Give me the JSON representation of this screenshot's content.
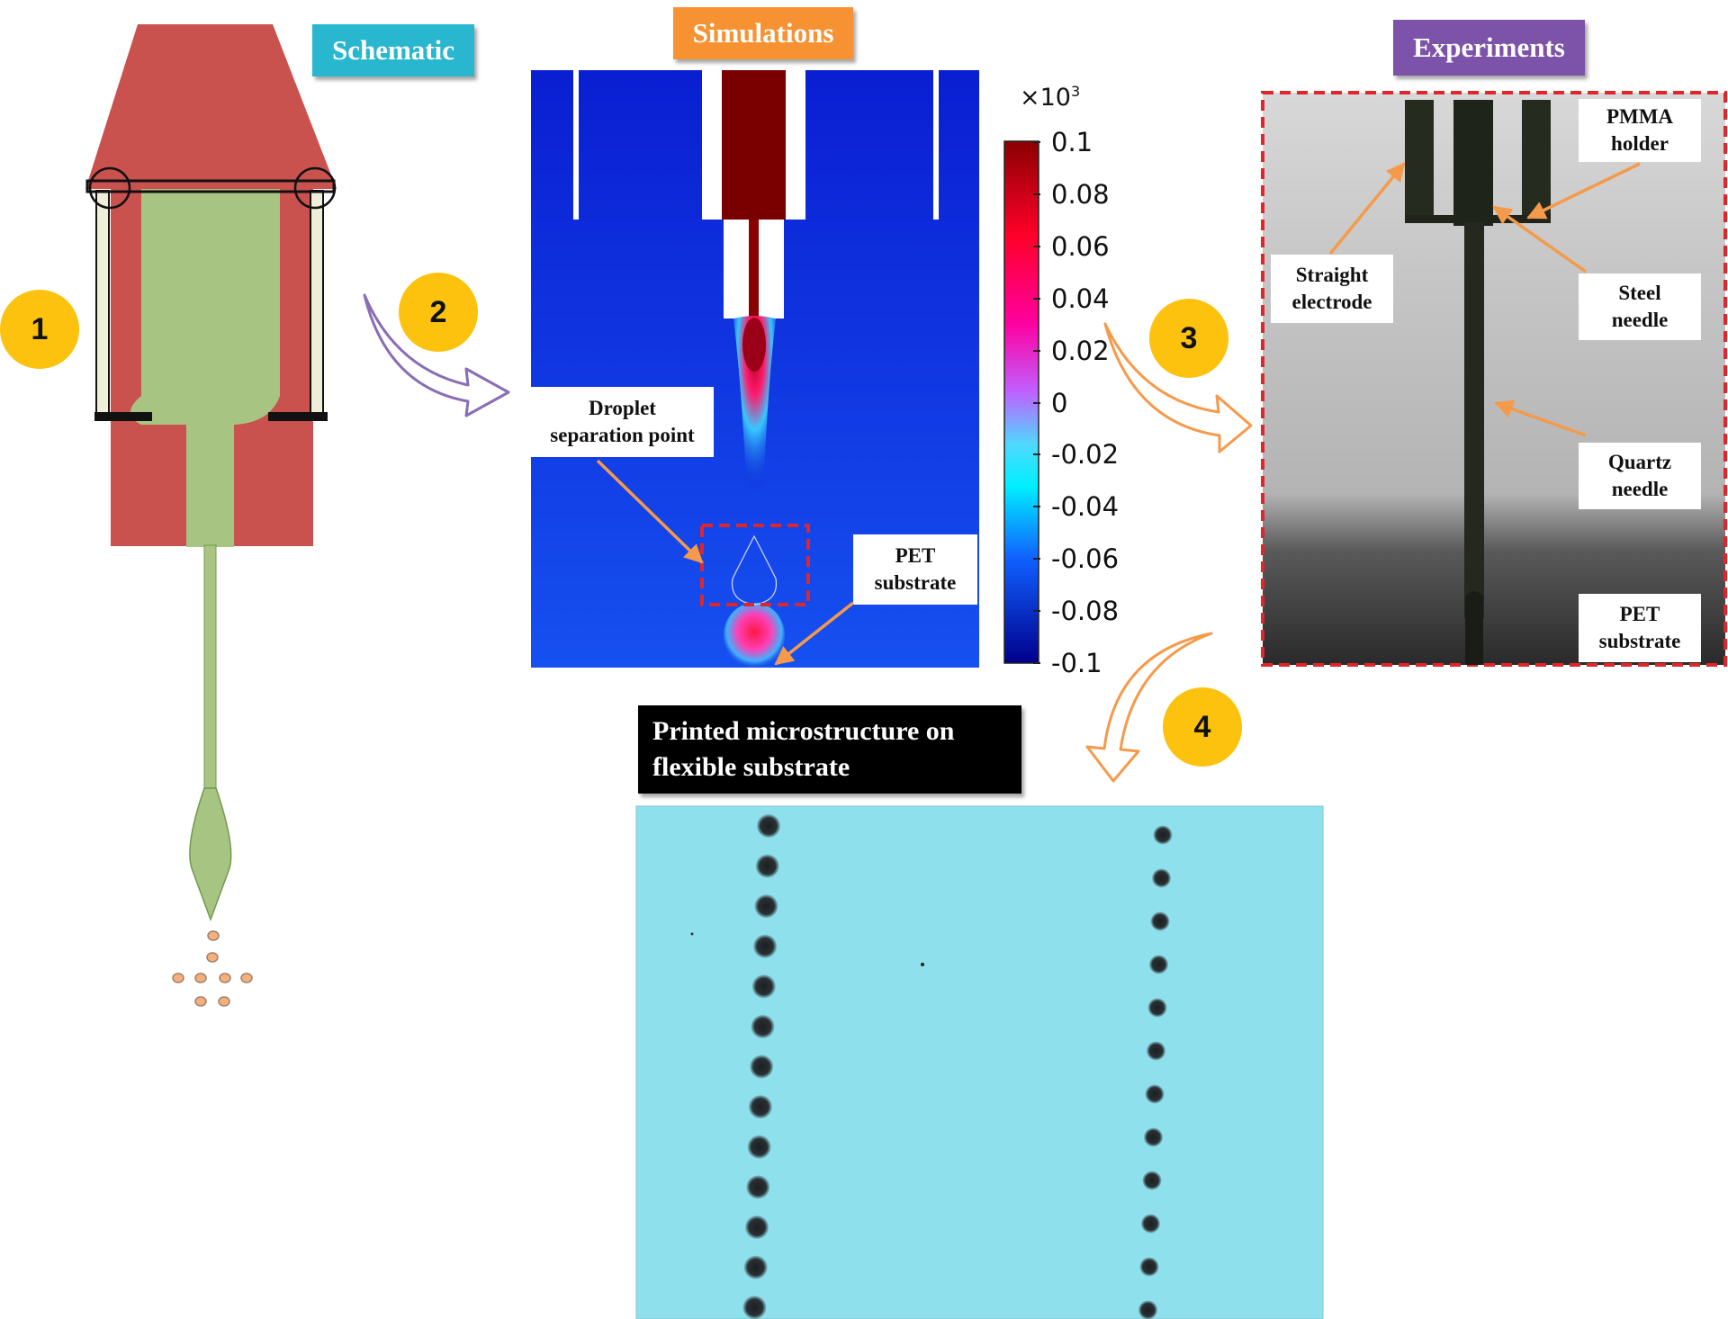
{
  "headers": {
    "schematic": "Schematic",
    "simulations": "Simulations",
    "experiments": "Experiments",
    "schematic_color": "#29b6cf",
    "simulations_color": "#f79232",
    "experiments_color": "#7c53a8"
  },
  "steps": [
    "1",
    "2",
    "3",
    "4"
  ],
  "simulation": {
    "colorbar_multiplier": "×10",
    "colorbar_exponent": "3",
    "colorbar_ticks": [
      "0.1",
      "0.08",
      "0.06",
      "0.04",
      "0.02",
      "0",
      "-0.02",
      "-0.04",
      "-0.06",
      "-0.08",
      "-0.1"
    ],
    "droplet_label": "Droplet\nseparation point",
    "pet_label": "PET\nsubstrate"
  },
  "experiment": {
    "pmma_label": "PMMA\nholder",
    "electrode_label": "Straight\nelectrode",
    "steel_label": "Steel\nneedle",
    "quartz_label": "Quartz\nneedle",
    "pet_label": "PET\nsubstrate"
  },
  "print": {
    "title": "Printed microstructure on\nflexible substrate"
  },
  "colors": {
    "nozzle_red": "#c9524f",
    "ink_green": "#a8c483",
    "field_blue": "#0a1ed2",
    "arrow_orange": "#f59a4a",
    "arrow_purple": "#8a6db5",
    "substrate_cyan": "#8ee0ec"
  }
}
